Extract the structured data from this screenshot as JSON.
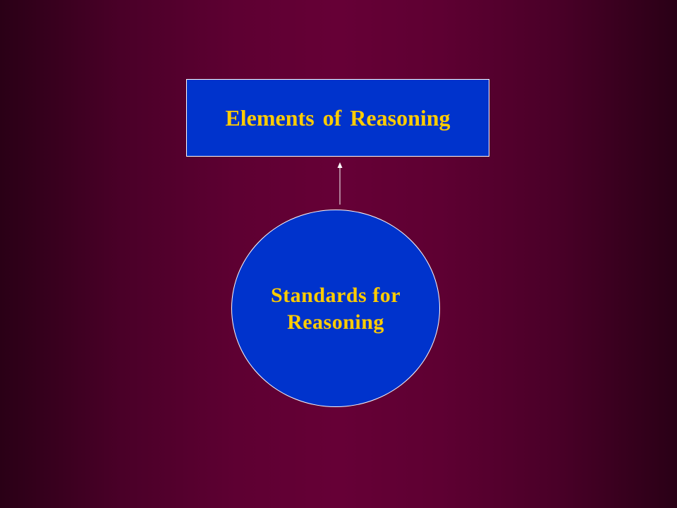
{
  "colors": {
    "background": "#660036",
    "shape_fill": "#0033cc",
    "shape_border": "#ffffff",
    "text": "#ffcc00",
    "arrow": "#ffffff"
  },
  "diagram": {
    "top_box": {
      "label": "Elements of Reasoning",
      "shape": "rectangle"
    },
    "bottom_node": {
      "label_line1": "Standards for",
      "label_line2": "Reasoning",
      "shape": "circle"
    },
    "connector": {
      "from": "bottom_node",
      "to": "top_box",
      "icon": "arrow-up-icon"
    }
  }
}
